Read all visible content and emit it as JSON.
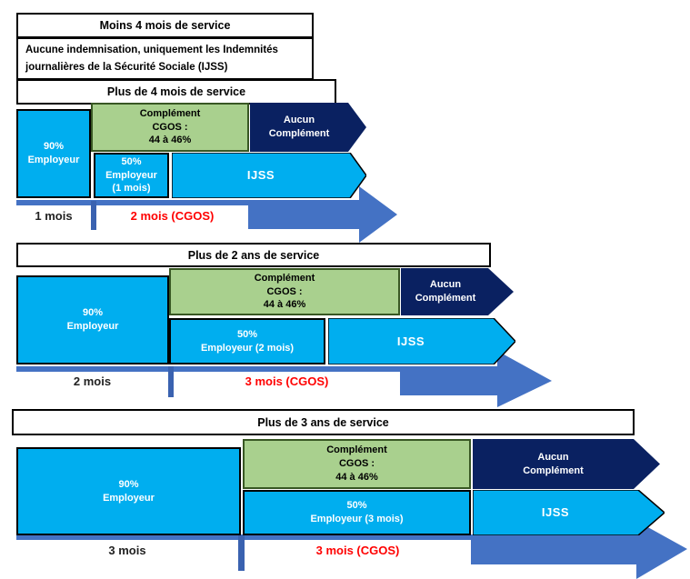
{
  "colors": {
    "cyan": "#00AEEF",
    "green": "#A9D08E",
    "green_border": "#385723",
    "navy": "#0A2161",
    "arrow_blue": "#4472C4",
    "tick_blue": "#3A62B0",
    "label_red": "#FF0000",
    "label_black": "#222222"
  },
  "top": {
    "header_moins4": "Moins 4 mois de service",
    "aucune_text": "Aucune indemnisation, uniquement les Indemnités journalières de la Sécurité Sociale (IJSS)",
    "header_plus4": "Plus de 4 mois de service"
  },
  "sections": [
    {
      "name": "plus-de-4-mois",
      "emp90": [
        "90%",
        "Employeur"
      ],
      "complement": [
        "Complément",
        "CGOS :",
        "44 à 46%"
      ],
      "aucun": [
        "Aucun",
        "Complément"
      ],
      "emp50": [
        "50%",
        "Employeur",
        "(1 mois)"
      ],
      "ijss": "IJSS",
      "duration_black": "1 mois",
      "duration_red": "2 mois (CGOS)"
    },
    {
      "name": "plus-de-2-ans",
      "header": "Plus de 2 ans de service",
      "emp90": [
        "90%",
        "Employeur"
      ],
      "complement": [
        "Complément",
        "CGOS :",
        "44 à 46%"
      ],
      "aucun": [
        "Aucun",
        "Complément"
      ],
      "emp50": [
        "50%",
        "Employeur (2 mois)"
      ],
      "ijss": "IJSS",
      "duration_black": "2 mois",
      "duration_red": "3 mois (CGOS)"
    },
    {
      "name": "plus-de-3-ans",
      "header": "Plus de 3 ans de service",
      "emp90": [
        "90%",
        "Employeur"
      ],
      "complement": [
        "Complément",
        "CGOS :",
        "44 à 46%"
      ],
      "aucun": [
        "Aucun",
        "Complément"
      ],
      "emp50": [
        "50%",
        "Employeur (3 mois)"
      ],
      "ijss": "IJSS",
      "duration_black": "3 mois",
      "duration_red": "3 mois (CGOS)"
    }
  ]
}
